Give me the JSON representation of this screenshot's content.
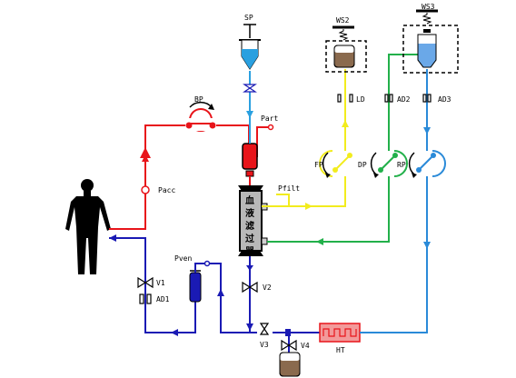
{
  "labels": {
    "sp": "SP",
    "ws2": "WS2",
    "ws3": "WS3",
    "ld": "LD",
    "ad2": "AD2",
    "ad3": "AD3",
    "bp": "BP",
    "part": "Part",
    "fp": "FP",
    "dp": "DP",
    "rp": "RP",
    "pfilt": "Pfilt",
    "pacc": "Pacc",
    "pven": "Pven",
    "v1": "V1",
    "ad1": "AD1",
    "v2": "V2",
    "v3": "V3",
    "v4": "V4",
    "ht": "HT"
  },
  "filter_text": [
    "血",
    "液",
    "滤",
    "过",
    "器"
  ],
  "colors": {
    "arterial": "#e8141a",
    "venous": "#1a1ab4",
    "syringe": "#2aa0e0",
    "filtrate": "#f2ec1e",
    "dialysate": "#22b04a",
    "replacement": "#2a8ad8",
    "heater": "#f29a9a",
    "bag_fluid": "#8a6a4e",
    "filter_body": "#b8b8b8",
    "filter_cap": "#000000"
  },
  "icons": [
    "patient-silhouette-icon",
    "syringe-pump-icon",
    "scale-icon",
    "roller-pump-icon",
    "valve-icon",
    "air-detector-icon",
    "heater-icon"
  ]
}
